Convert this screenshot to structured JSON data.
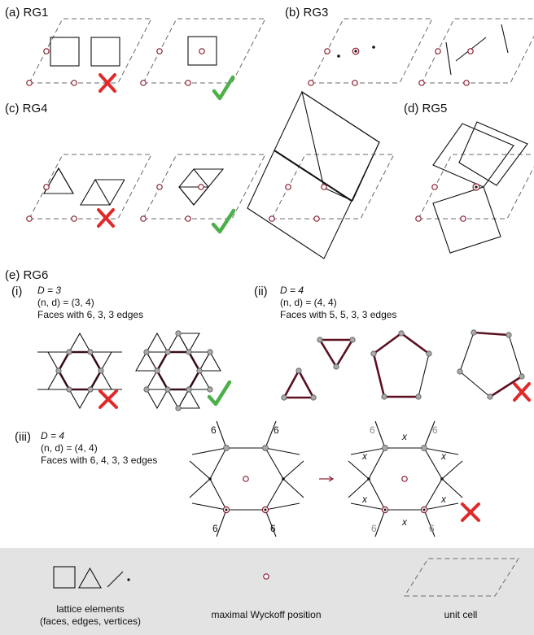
{
  "panels": {
    "a": {
      "label": "(a) RG1"
    },
    "b": {
      "label": "(b) RG3"
    },
    "c": {
      "label": "(c) RG4"
    },
    "d": {
      "label": "(d) RG5"
    },
    "e": {
      "label": "(e) RG6"
    }
  },
  "rg6": {
    "i": {
      "num": "(i)",
      "D": "D = 3",
      "nd": "(n, d) = (3, 4)",
      "faces": "Faces with 6, 3, 3 edges"
    },
    "ii": {
      "num": "(ii)",
      "D": "D = 4",
      "nd": "(n, d) = (4, 4)",
      "faces": "Faces with 5, 5, 3, 3 edges"
    },
    "iii": {
      "num": "(iii)",
      "D": "D = 4",
      "nd": "(n, d) = (4, 4)",
      "faces": "Faces with 6, 4, 3, 3 edges"
    }
  },
  "hex_labels": {
    "six": "6",
    "x": "x"
  },
  "legend": {
    "lattice_line1": "lattice elements",
    "lattice_line2": "(faces, edges, vertices)",
    "wyckoff": "maximal Wyckoff position",
    "unit_cell": "unit cell"
  },
  "colors": {
    "wyckoff": "#8a1c2e",
    "cross": "#e02a2a",
    "check": "#4db04a",
    "legend_bg": "#e3e3e3"
  }
}
